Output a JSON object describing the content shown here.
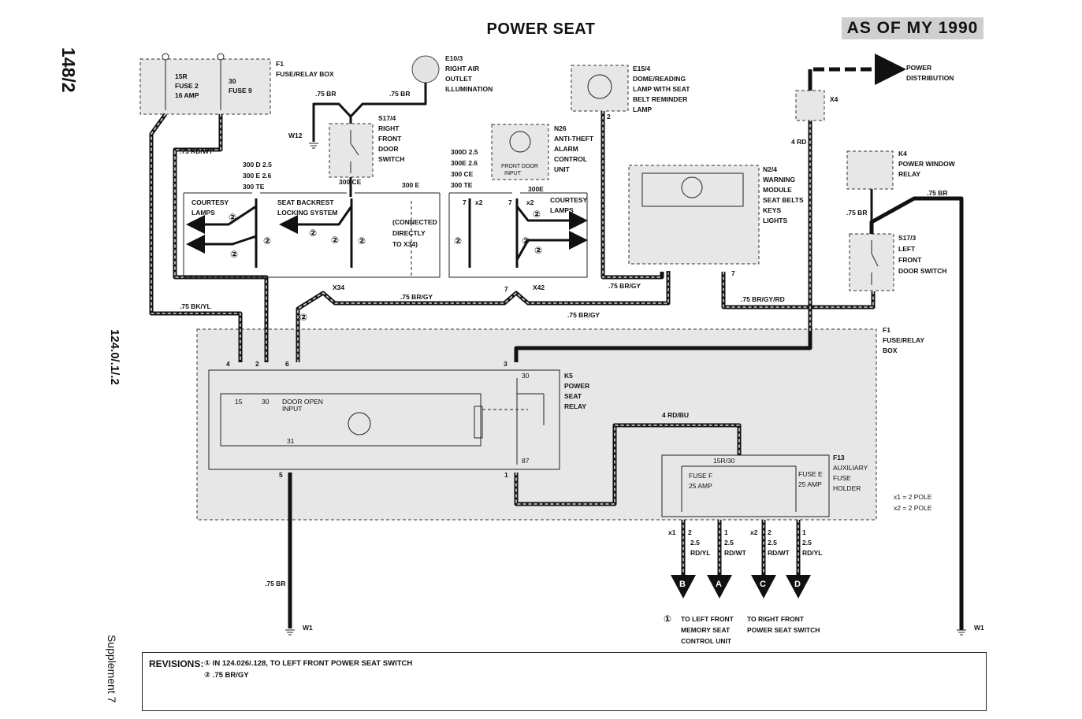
{
  "header": {
    "title": "POWER SEAT",
    "as_of": "AS OF MY 1990",
    "page_number": "148/2",
    "model_code": "124.0/.1/.2",
    "supplement": "Supplement 7"
  },
  "components": {
    "f1_top": {
      "id": "F1",
      "name_1": "FUSE/RELAY BOX",
      "fuse2_a": "15R",
      "fuse2_b": "FUSE 2",
      "fuse2_c": "16 AMP",
      "fuse9_a": "30",
      "fuse9_b": "FUSE 9"
    },
    "e10_3": {
      "id": "E10/3",
      "l1": "RIGHT AIR",
      "l2": "OUTLET",
      "l3": "ILLUMINATION"
    },
    "s17_4": {
      "id": "S17/4",
      "l1": "RIGHT",
      "l2": "FRONT",
      "l3": "DOOR",
      "l4": "SWITCH"
    },
    "n26": {
      "id": "N26",
      "l1": "ANTI-THEFT",
      "l2": "ALARM",
      "l3": "CONTROL",
      "l4": "UNIT",
      "i1": "FRONT DOOR",
      "i2": "INPUT"
    },
    "e15_4": {
      "id": "E15/4",
      "l1": "DOME/READING",
      "l2": "LAMP WITH SEAT",
      "l3": "BELT REMINDER",
      "l4": "LAMP"
    },
    "n2_4": {
      "id": "N2/4",
      "l1": "WARNING",
      "l2": "MODULE",
      "l3": "SEAT BELTS",
      "l4": "KEYS",
      "l5": "LIGHTS"
    },
    "x4": {
      "id": "X4"
    },
    "power_dist": {
      "l1": "POWER",
      "l2": "DISTRIBUTION"
    },
    "k4": {
      "id": "K4",
      "l1": "POWER WINDOW",
      "l2": "RELAY"
    },
    "s17_3": {
      "id": "S17/3",
      "l1": "LEFT",
      "l2": "FRONT",
      "l3": "DOOR SWITCH"
    },
    "f1_main": {
      "id": "F1",
      "l1": "FUSE/RELAY",
      "l2": "BOX"
    },
    "k5": {
      "id": "K5",
      "l1": "POWER",
      "l2": "SEAT",
      "l3": "RELAY",
      "p15": "15",
      "p30a": "30",
      "pdoor1": "DOOR OPEN",
      "pdoor2": "INPUT",
      "p31": "31",
      "p30b": "30",
      "p87": "87"
    },
    "f13": {
      "id": "F13",
      "l1": "AUXILIARY",
      "l2": "FUSE",
      "l3": "HOLDER",
      "top": "15R/30",
      "fuse_f": "FUSE F",
      "fuse_f_amp": "25 AMP",
      "fuse_e": "FUSE E",
      "fuse_e_amp": "25 AMP"
    },
    "x_legend": {
      "x1": "x1 = 2 POLE",
      "x2": "x2 = 2 POLE"
    }
  },
  "labels": {
    "w12": "W12",
    "br_75_a": ".75 BR",
    "br_75_b": ".75 BR",
    "rd_wt": ".75 RD/WT",
    "bk_yl": ".75 BK/YL",
    "br_gy_1": ".75 BR/GY",
    "br_gy_2": ".75 BR/GY",
    "br_gy_3": ".75 BR/GY",
    "br_gy_rd": ".75 BR/GY/RD",
    "rd4": "4 RD",
    "rd_bu": "4 RD/BU",
    "br_k4": ".75 BR",
    "br_k4b": ".75 BR",
    "br_w1": ".75 BR",
    "w1_left": "W1",
    "w1_right": "W1",
    "x34": "X34",
    "x42": "X42",
    "variant_left": [
      "300 D 2.5",
      "300 E 2.6",
      "300 TE"
    ],
    "variant_mid": [
      "300D 2.5",
      "300E 2.6",
      "300 CE",
      "300 TE"
    ],
    "v300ce": "300 CE",
    "v300e": "300 E",
    "v300e2": "300E",
    "courtesy_left": [
      "COURTESY",
      "LAMPS"
    ],
    "backrest": [
      "SEAT BACKREST",
      "LOCKING SYSTEM"
    ],
    "connected": [
      "(CONNECTED",
      "DIRECTLY",
      "TO X34)"
    ],
    "courtesy_right": [
      "COURTESY",
      "LAMPS"
    ],
    "circle2": "②",
    "circle1": "①",
    "pin4": "4",
    "pin2": "2",
    "pin6": "6",
    "pin3": "3",
    "pin5": "5",
    "pin1": "1",
    "pin7": "7",
    "x1": "x1",
    "x2": "x2",
    "out_25": "2.5",
    "out_rd_yl": "RD/YL",
    "out_rd_wt": "RD/WT",
    "conn_b": "B",
    "conn_a": "A",
    "conn_c": "C",
    "conn_d": "D",
    "to_left": [
      "TO LEFT FRONT",
      "MEMORY SEAT",
      "CONTROL UNIT"
    ],
    "to_right": [
      "TO RIGHT FRONT",
      "POWER SEAT SWITCH"
    ]
  },
  "revisions": {
    "title": "REVISIONS:",
    "line1": "① IN 124.026/.128, TO LEFT FRONT POWER SEAT SWITCH",
    "line2": "② .75 BR/GY"
  }
}
